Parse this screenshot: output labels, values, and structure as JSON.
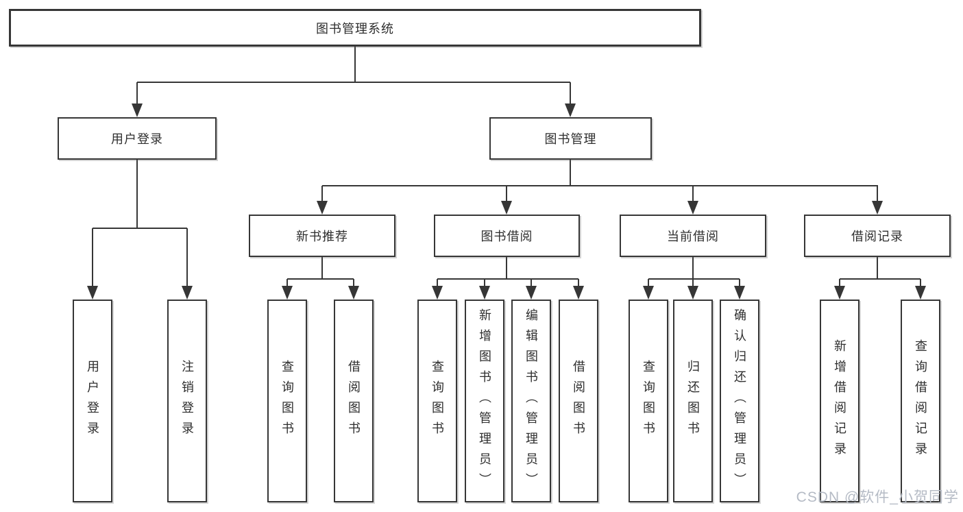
{
  "diagram": {
    "title": "图书管理系统",
    "branches": [
      {
        "label": "用户登录",
        "children": [
          {
            "label": "用户登录"
          },
          {
            "label": "注销登录"
          }
        ]
      },
      {
        "label": "图书管理",
        "children": [
          {
            "label": "新书推荐",
            "children": [
              {
                "label": "查询图书"
              },
              {
                "label": "借阅图书"
              }
            ]
          },
          {
            "label": "图书借阅",
            "children": [
              {
                "label": "查询图书"
              },
              {
                "label": "新增图书（管理员）"
              },
              {
                "label": "编辑图书（管理员）"
              },
              {
                "label": "借阅图书"
              }
            ]
          },
          {
            "label": "当前借阅",
            "children": [
              {
                "label": "查询图书"
              },
              {
                "label": "归还图书"
              },
              {
                "label": "确认归还（管理员）"
              }
            ]
          },
          {
            "label": "借阅记录",
            "children": [
              {
                "label": "新增借阅记录"
              },
              {
                "label": "查询借阅记录"
              }
            ]
          }
        ]
      }
    ]
  },
  "watermark": {
    "text": "CSDN @软件_小贺同学"
  },
  "colors": {
    "line": "#363636",
    "box_border": "#363636",
    "text": "#2e2e2e",
    "background": "#ffffff",
    "watermark": "#b5bbc5"
  }
}
